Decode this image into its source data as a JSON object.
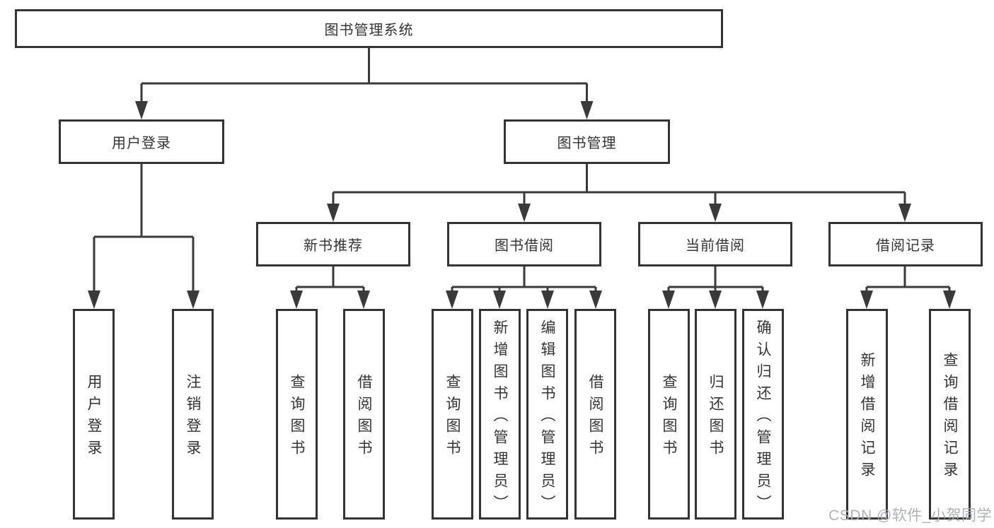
{
  "diagram": {
    "tree": {
      "root": "图书管理系统",
      "children": [
        {
          "label": "用户登录",
          "children": [
            "用户登录",
            "注销登录"
          ]
        },
        {
          "label": "图书管理",
          "children": [
            {
              "label": "新书推荐",
              "children": [
                "查询图书",
                "借阅图书"
              ]
            },
            {
              "label": "图书借阅",
              "children": [
                "查询图书",
                "新增图书（管理员）",
                "编辑图书（管理员）",
                "借阅图书"
              ]
            },
            {
              "label": "当前借阅",
              "children": [
                "查询图书",
                "归还图书",
                "确认归还（管理员）"
              ]
            },
            {
              "label": "借阅记录",
              "children": [
                "新增借阅记录",
                "查询借阅记录"
              ]
            }
          ]
        }
      ]
    },
    "colors": {
      "line": "#3a3a3a",
      "box_border": "#333333",
      "text": "#333333",
      "background": "#ffffff",
      "watermark": "#aaacb2"
    }
  },
  "watermark": "CSDN @软件_小贺同学"
}
